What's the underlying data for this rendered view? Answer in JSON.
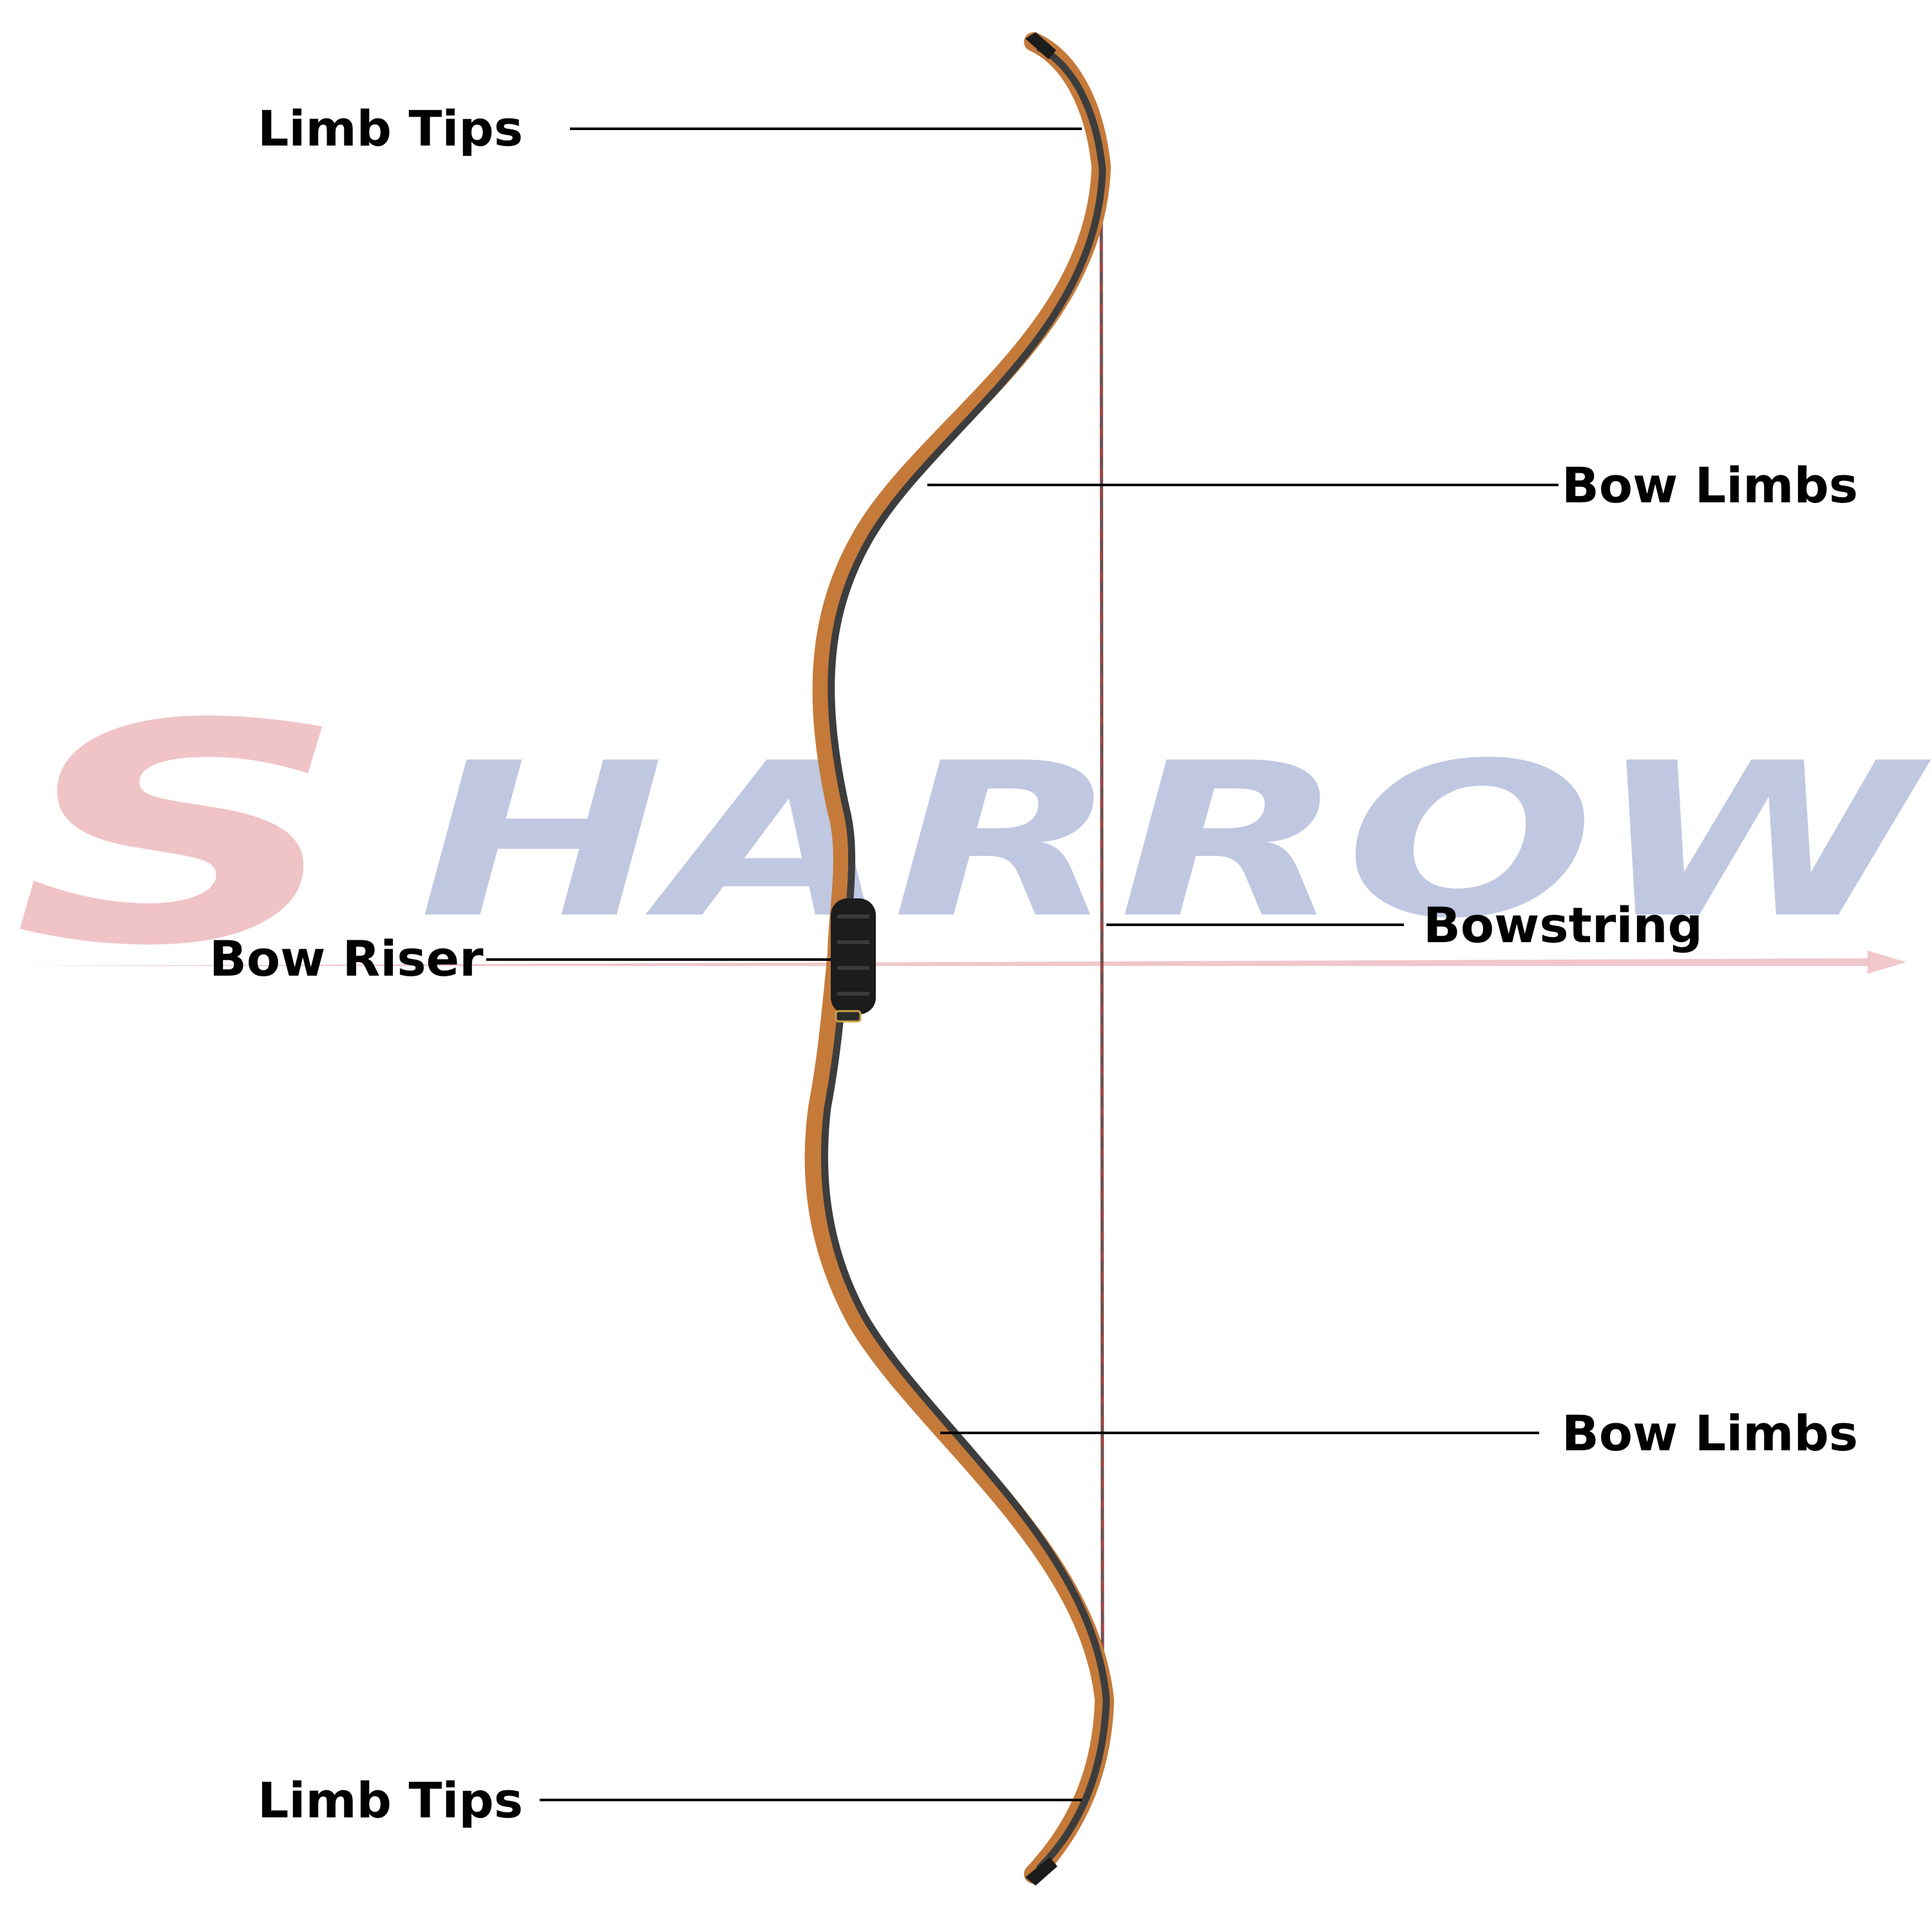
{
  "watermark": {
    "text": "SHARROW",
    "colors": {
      "first_letter": "#e8a0a4",
      "rest": "#9aa6d0",
      "arrow": "#e8a6ac"
    }
  },
  "labels": {
    "limb_tips_top": "Limb Tips",
    "bow_limbs_top": "Bow Limbs",
    "bowstring": "Bowstring",
    "bow_riser": "Bow Riser",
    "bow_limbs_bottom": "Bow Limbs",
    "limb_tips_bottom": "Limb Tips"
  },
  "colors": {
    "limb_wood": "#c57a3a",
    "limb_dark": "#3d3d3d",
    "grip": "#1c1c1c",
    "string": "#8a5a5a",
    "string_accent": "#d23a3a",
    "text": "#000000"
  }
}
